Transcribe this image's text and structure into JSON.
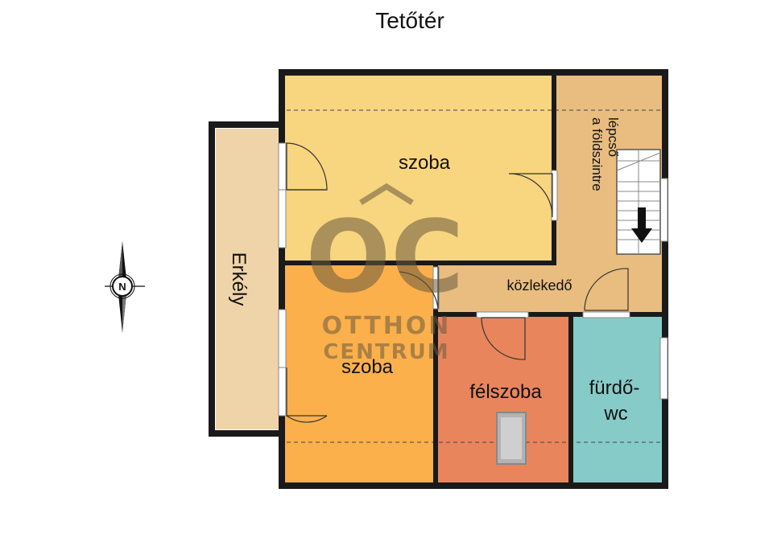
{
  "title": "Tetőtér",
  "rooms": {
    "szoba_top": {
      "label": "szoba",
      "color": "#f8d57f"
    },
    "szoba_bottom": {
      "label": "szoba",
      "color": "#fbb04c"
    },
    "felszoba": {
      "label": "félszoba",
      "color": "#e8855d"
    },
    "furdo": {
      "line1": "fürdő-",
      "line2": "wc",
      "color": "#86cbc8"
    },
    "kozlekedo": {
      "label": "közlekedő",
      "color": "#e9bd7f"
    },
    "lepcso": {
      "line1": "lépcső",
      "line2": "a földszintre"
    },
    "erkely": {
      "label": "Erkély",
      "color": "#f0d4a9"
    }
  },
  "compass": {
    "label": "N"
  },
  "watermark": {
    "monogram": "OC",
    "line1": "OTTHON",
    "line2": "CENTRUM"
  }
}
